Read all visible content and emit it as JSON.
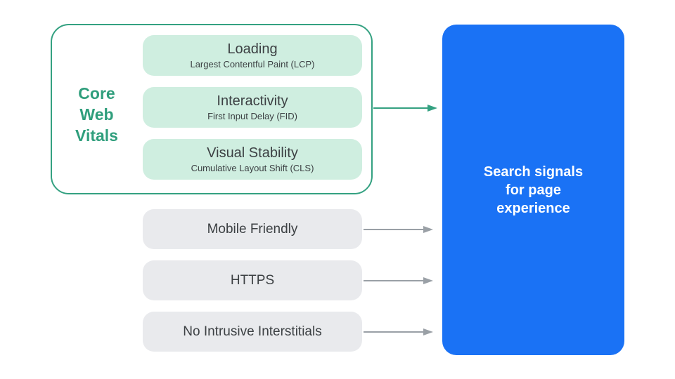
{
  "diagram_title": "Search signals for page experience",
  "core_web_vitals": {
    "label": "Core\nWeb\nVitals",
    "items": [
      {
        "title": "Loading",
        "subtitle": "Largest Contentful Paint (LCP)"
      },
      {
        "title": "Interactivity",
        "subtitle": "First Input Delay (FID)"
      },
      {
        "title": "Visual Stability",
        "subtitle": "Cumulative Layout Shift (CLS)"
      }
    ]
  },
  "other_signals": [
    {
      "label": "Mobile Friendly"
    },
    {
      "label": "HTTPS"
    },
    {
      "label": "No Intrusive Interstitials"
    }
  ],
  "result": {
    "label": "Search signals\nfor page\nexperience"
  },
  "colors": {
    "accent_green": "#34a181",
    "green_text": "#2f9e7c",
    "green_pill_fill": "#cfeee0",
    "gray_pill_fill": "#e9eaed",
    "dark_text": "#3c4043",
    "arrow_gray": "#9aa0a6",
    "result_blue": "#1a72f5",
    "result_text": "#ffffff",
    "background": "#ffffff"
  }
}
